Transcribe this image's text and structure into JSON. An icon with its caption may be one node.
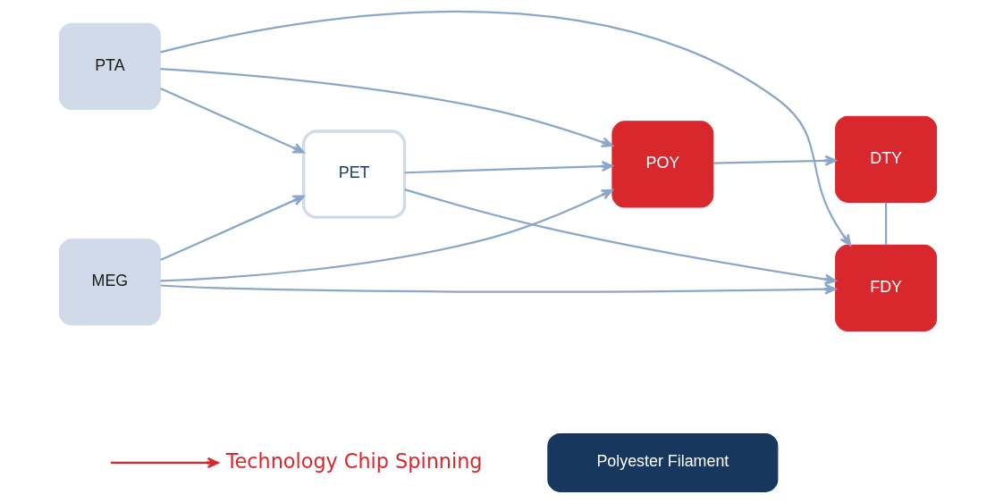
{
  "diagram": {
    "nodes": [
      {
        "text": [
          "Technology Chip Spinning"
        ]
      },
      {
        "text": [
          "Polyester Filament"
        ]
      },
      {
        "text": [
          "PTA"
        ]
      },
      {
        "text": [
          "MEG"
        ]
      },
      {
        "text": [
          "PET"
        ]
      },
      {
        "text": [
          "POY"
        ]
      },
      {
        "text": [
          "DTY"
        ]
      },
      {
        "text": [
          "FDY"
        ]
      }
    ],
    "edges": [
      {
        "from": null,
        "to": 0,
        "arrow": "to",
        "color": "#d9272e"
      },
      {
        "from": 2,
        "to": 4,
        "arrow": "to"
      },
      {
        "from": 3,
        "to": 4,
        "arrow": "to"
      },
      {
        "from": 2,
        "to": 5,
        "arrow": "to"
      },
      {
        "from": 3,
        "to": 5,
        "arrow": "to"
      },
      {
        "from": 2,
        "to": 7,
        "arrow": "to"
      },
      {
        "from": 3,
        "to": 7,
        "arrow": "to"
      },
      {
        "from": 4,
        "to": 5,
        "arrow": "to"
      },
      {
        "from": 4,
        "to": 7,
        "arrow": "to"
      },
      {
        "from": 5,
        "to": 6,
        "arrow": "to"
      },
      {
        "from": 6,
        "to": 7,
        "arrow": "none"
      }
    ]
  }
}
